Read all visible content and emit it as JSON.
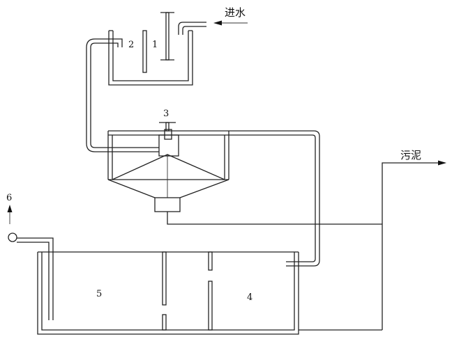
{
  "labels": {
    "inlet_water": "进水",
    "sludge": "污泥",
    "n1": "1",
    "n2": "2",
    "n3": "3",
    "n4": "4",
    "n5": "5",
    "n6": "6"
  },
  "colors": {
    "line": "#222222",
    "background": "#ffffff"
  }
}
